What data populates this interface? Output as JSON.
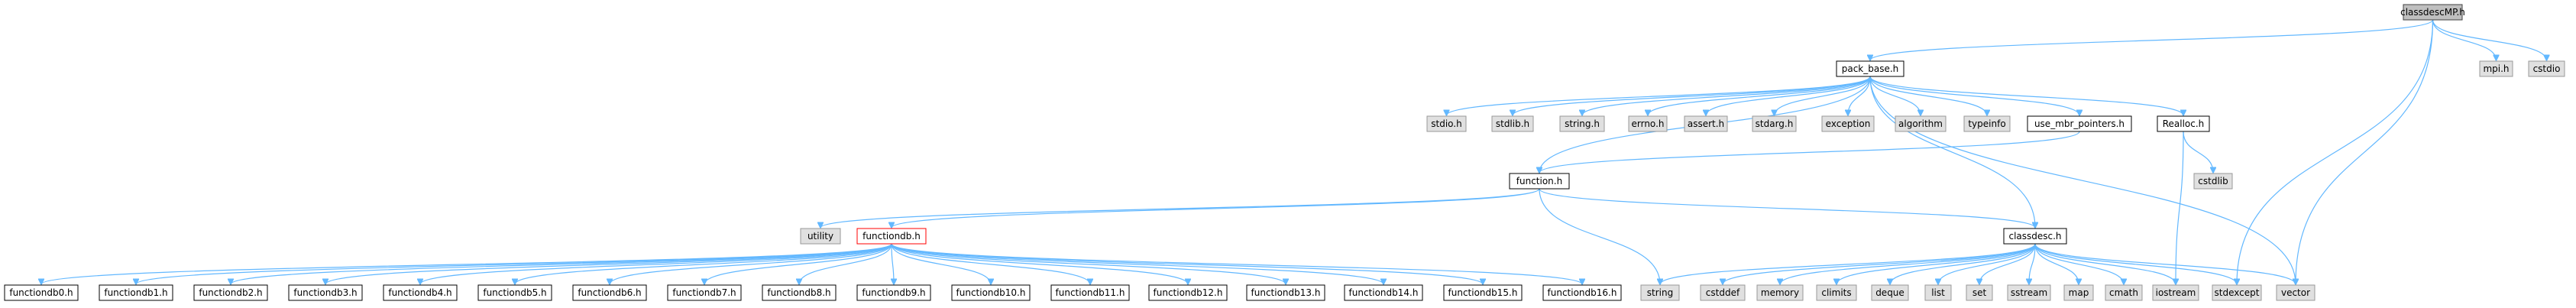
{
  "colors": {
    "edge": "#63b8ff",
    "node_fill": "#ffffff",
    "node_stroke": "#000000",
    "system_fill": "#e0e0e0",
    "system_stroke": "#999999",
    "root_fill": "#bfbfbf",
    "root_stroke": "#404040",
    "highlight_stroke": "#ff0000",
    "text": "#000000"
  },
  "nodes": {
    "classdescMP": {
      "label": "classdescMP.h",
      "kind": "root"
    },
    "mpi": {
      "label": "mpi.h",
      "kind": "system"
    },
    "cstdio": {
      "label": "cstdio",
      "kind": "system"
    },
    "pack_base": {
      "label": "pack_base.h",
      "kind": "file"
    },
    "stdio": {
      "label": "stdio.h",
      "kind": "system"
    },
    "stdlib_h": {
      "label": "stdlib.h",
      "kind": "system"
    },
    "string_h": {
      "label": "string.h",
      "kind": "system"
    },
    "errno": {
      "label": "errno.h",
      "kind": "system"
    },
    "assert": {
      "label": "assert.h",
      "kind": "system"
    },
    "stdarg": {
      "label": "stdarg.h",
      "kind": "system"
    },
    "exception": {
      "label": "exception",
      "kind": "system"
    },
    "algorithm": {
      "label": "algorithm",
      "kind": "system"
    },
    "typeinfo": {
      "label": "typeinfo",
      "kind": "system"
    },
    "use_mbr": {
      "label": "use_mbr_pointers.h",
      "kind": "file"
    },
    "realloc": {
      "label": "Realloc.h",
      "kind": "file"
    },
    "cstdlib": {
      "label": "cstdlib",
      "kind": "system"
    },
    "function": {
      "label": "function.h",
      "kind": "file"
    },
    "utility": {
      "label": "utility",
      "kind": "system"
    },
    "functiondb": {
      "label": "functiondb.h",
      "kind": "highlight"
    },
    "classdesc": {
      "label": "classdesc.h",
      "kind": "file"
    },
    "functiondb0": {
      "label": "functiondb0.h",
      "kind": "file"
    },
    "functiondb1": {
      "label": "functiondb1.h",
      "kind": "file"
    },
    "functiondb2": {
      "label": "functiondb2.h",
      "kind": "file"
    },
    "functiondb3": {
      "label": "functiondb3.h",
      "kind": "file"
    },
    "functiondb4": {
      "label": "functiondb4.h",
      "kind": "file"
    },
    "functiondb5": {
      "label": "functiondb5.h",
      "kind": "file"
    },
    "functiondb6": {
      "label": "functiondb6.h",
      "kind": "file"
    },
    "functiondb7": {
      "label": "functiondb7.h",
      "kind": "file"
    },
    "functiondb8": {
      "label": "functiondb8.h",
      "kind": "file"
    },
    "functiondb9": {
      "label": "functiondb9.h",
      "kind": "file"
    },
    "functiondb10": {
      "label": "functiondb10.h",
      "kind": "file"
    },
    "functiondb11": {
      "label": "functiondb11.h",
      "kind": "file"
    },
    "functiondb12": {
      "label": "functiondb12.h",
      "kind": "file"
    },
    "functiondb13": {
      "label": "functiondb13.h",
      "kind": "file"
    },
    "functiondb14": {
      "label": "functiondb14.h",
      "kind": "file"
    },
    "functiondb15": {
      "label": "functiondb15.h",
      "kind": "file"
    },
    "functiondb16": {
      "label": "functiondb16.h",
      "kind": "file"
    },
    "string": {
      "label": "string",
      "kind": "system"
    },
    "cstddef": {
      "label": "cstddef",
      "kind": "system"
    },
    "memory": {
      "label": "memory",
      "kind": "system"
    },
    "climits": {
      "label": "climits",
      "kind": "system"
    },
    "deque": {
      "label": "deque",
      "kind": "system"
    },
    "list": {
      "label": "list",
      "kind": "system"
    },
    "set": {
      "label": "set",
      "kind": "system"
    },
    "sstream": {
      "label": "sstream",
      "kind": "system"
    },
    "map": {
      "label": "map",
      "kind": "system"
    },
    "cmath": {
      "label": "cmath",
      "kind": "system"
    },
    "iostream": {
      "label": "iostream",
      "kind": "system"
    },
    "stdexcept": {
      "label": "stdexcept",
      "kind": "system"
    },
    "vector": {
      "label": "vector",
      "kind": "system"
    }
  },
  "edges": [
    [
      "classdescMP",
      "mpi"
    ],
    [
      "classdescMP",
      "cstdio"
    ],
    [
      "classdescMP",
      "pack_base"
    ],
    [
      "classdescMP",
      "stdexcept"
    ],
    [
      "classdescMP",
      "vector"
    ],
    [
      "pack_base",
      "stdio"
    ],
    [
      "pack_base",
      "stdlib_h"
    ],
    [
      "pack_base",
      "string_h"
    ],
    [
      "pack_base",
      "errno"
    ],
    [
      "pack_base",
      "assert"
    ],
    [
      "pack_base",
      "stdarg"
    ],
    [
      "pack_base",
      "exception"
    ],
    [
      "pack_base",
      "algorithm"
    ],
    [
      "pack_base",
      "typeinfo"
    ],
    [
      "pack_base",
      "use_mbr"
    ],
    [
      "pack_base",
      "realloc"
    ],
    [
      "pack_base",
      "vector"
    ],
    [
      "pack_base",
      "function"
    ],
    [
      "pack_base",
      "classdesc"
    ],
    [
      "use_mbr",
      "function"
    ],
    [
      "realloc",
      "cstdlib"
    ],
    [
      "realloc",
      "iostream"
    ],
    [
      "function",
      "utility"
    ],
    [
      "function",
      "functiondb"
    ],
    [
      "function",
      "classdesc"
    ],
    [
      "function",
      "string"
    ],
    [
      "functiondb",
      "functiondb0"
    ],
    [
      "functiondb",
      "functiondb1"
    ],
    [
      "functiondb",
      "functiondb2"
    ],
    [
      "functiondb",
      "functiondb3"
    ],
    [
      "functiondb",
      "functiondb4"
    ],
    [
      "functiondb",
      "functiondb5"
    ],
    [
      "functiondb",
      "functiondb6"
    ],
    [
      "functiondb",
      "functiondb7"
    ],
    [
      "functiondb",
      "functiondb8"
    ],
    [
      "functiondb",
      "functiondb9"
    ],
    [
      "functiondb",
      "functiondb10"
    ],
    [
      "functiondb",
      "functiondb11"
    ],
    [
      "functiondb",
      "functiondb12"
    ],
    [
      "functiondb",
      "functiondb13"
    ],
    [
      "functiondb",
      "functiondb14"
    ],
    [
      "functiondb",
      "functiondb15"
    ],
    [
      "functiondb",
      "functiondb16"
    ],
    [
      "classdesc",
      "string"
    ],
    [
      "classdesc",
      "cstddef"
    ],
    [
      "classdesc",
      "memory"
    ],
    [
      "classdesc",
      "climits"
    ],
    [
      "classdesc",
      "deque"
    ],
    [
      "classdesc",
      "list"
    ],
    [
      "classdesc",
      "set"
    ],
    [
      "classdesc",
      "sstream"
    ],
    [
      "classdesc",
      "map"
    ],
    [
      "classdesc",
      "cmath"
    ],
    [
      "classdesc",
      "iostream"
    ],
    [
      "classdesc",
      "stdexcept"
    ],
    [
      "classdesc",
      "vector"
    ]
  ]
}
